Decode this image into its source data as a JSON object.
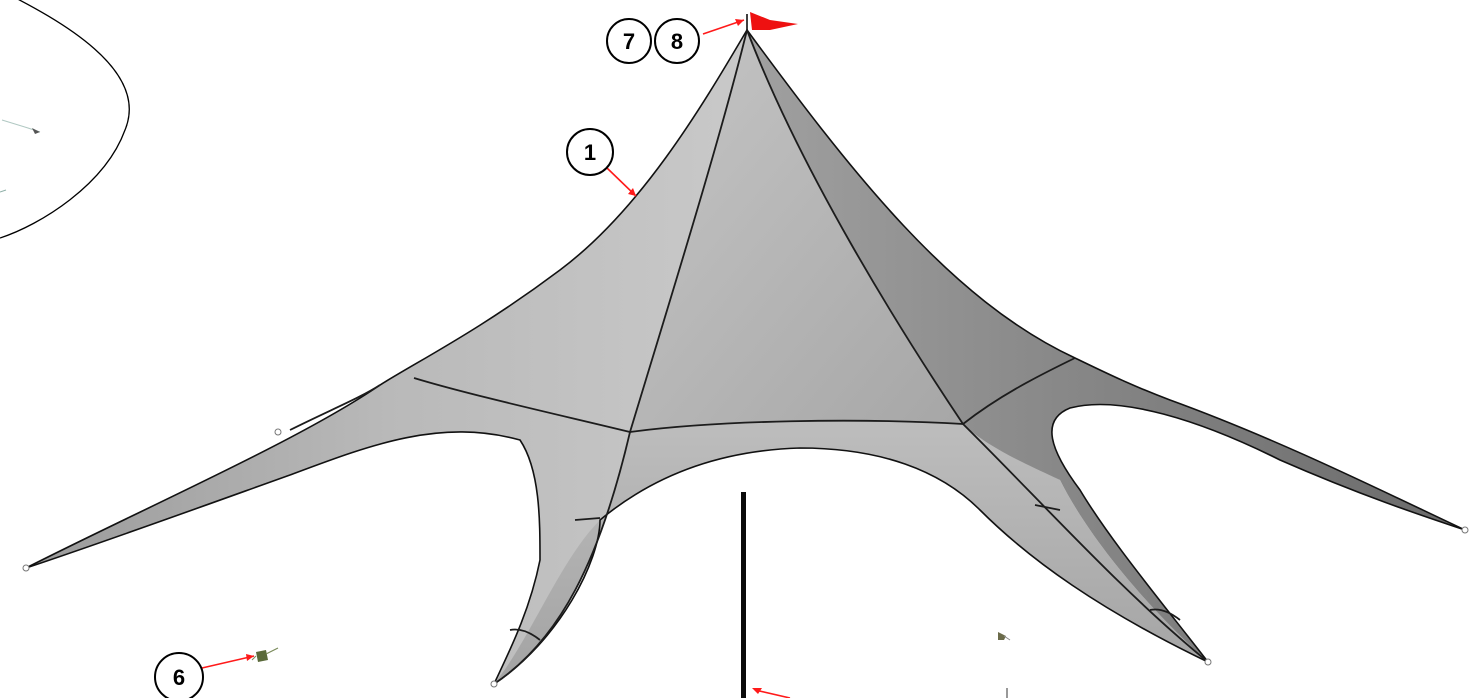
{
  "colors": {
    "fabric_light": "#c8c8c8",
    "fabric_mid": "#a9a9a9",
    "fabric_dark": "#7d7d7d",
    "seam": "#1c1c1c",
    "leader": "#ff1a1a",
    "flag": "#ee1111",
    "pole": "#0a0a0a",
    "background": "#ffffff"
  },
  "callouts": [
    {
      "id": "1",
      "label": "1",
      "target": "membrane-edge"
    },
    {
      "id": "6",
      "label": "6",
      "target": "anchor-fitting"
    },
    {
      "id": "7",
      "label": "7",
      "target": "top-flag"
    },
    {
      "id": "8",
      "label": "8",
      "target": "top-flag"
    }
  ],
  "icons": {
    "flag": "flag-icon",
    "anchor": "anchor-fitting-icon"
  }
}
